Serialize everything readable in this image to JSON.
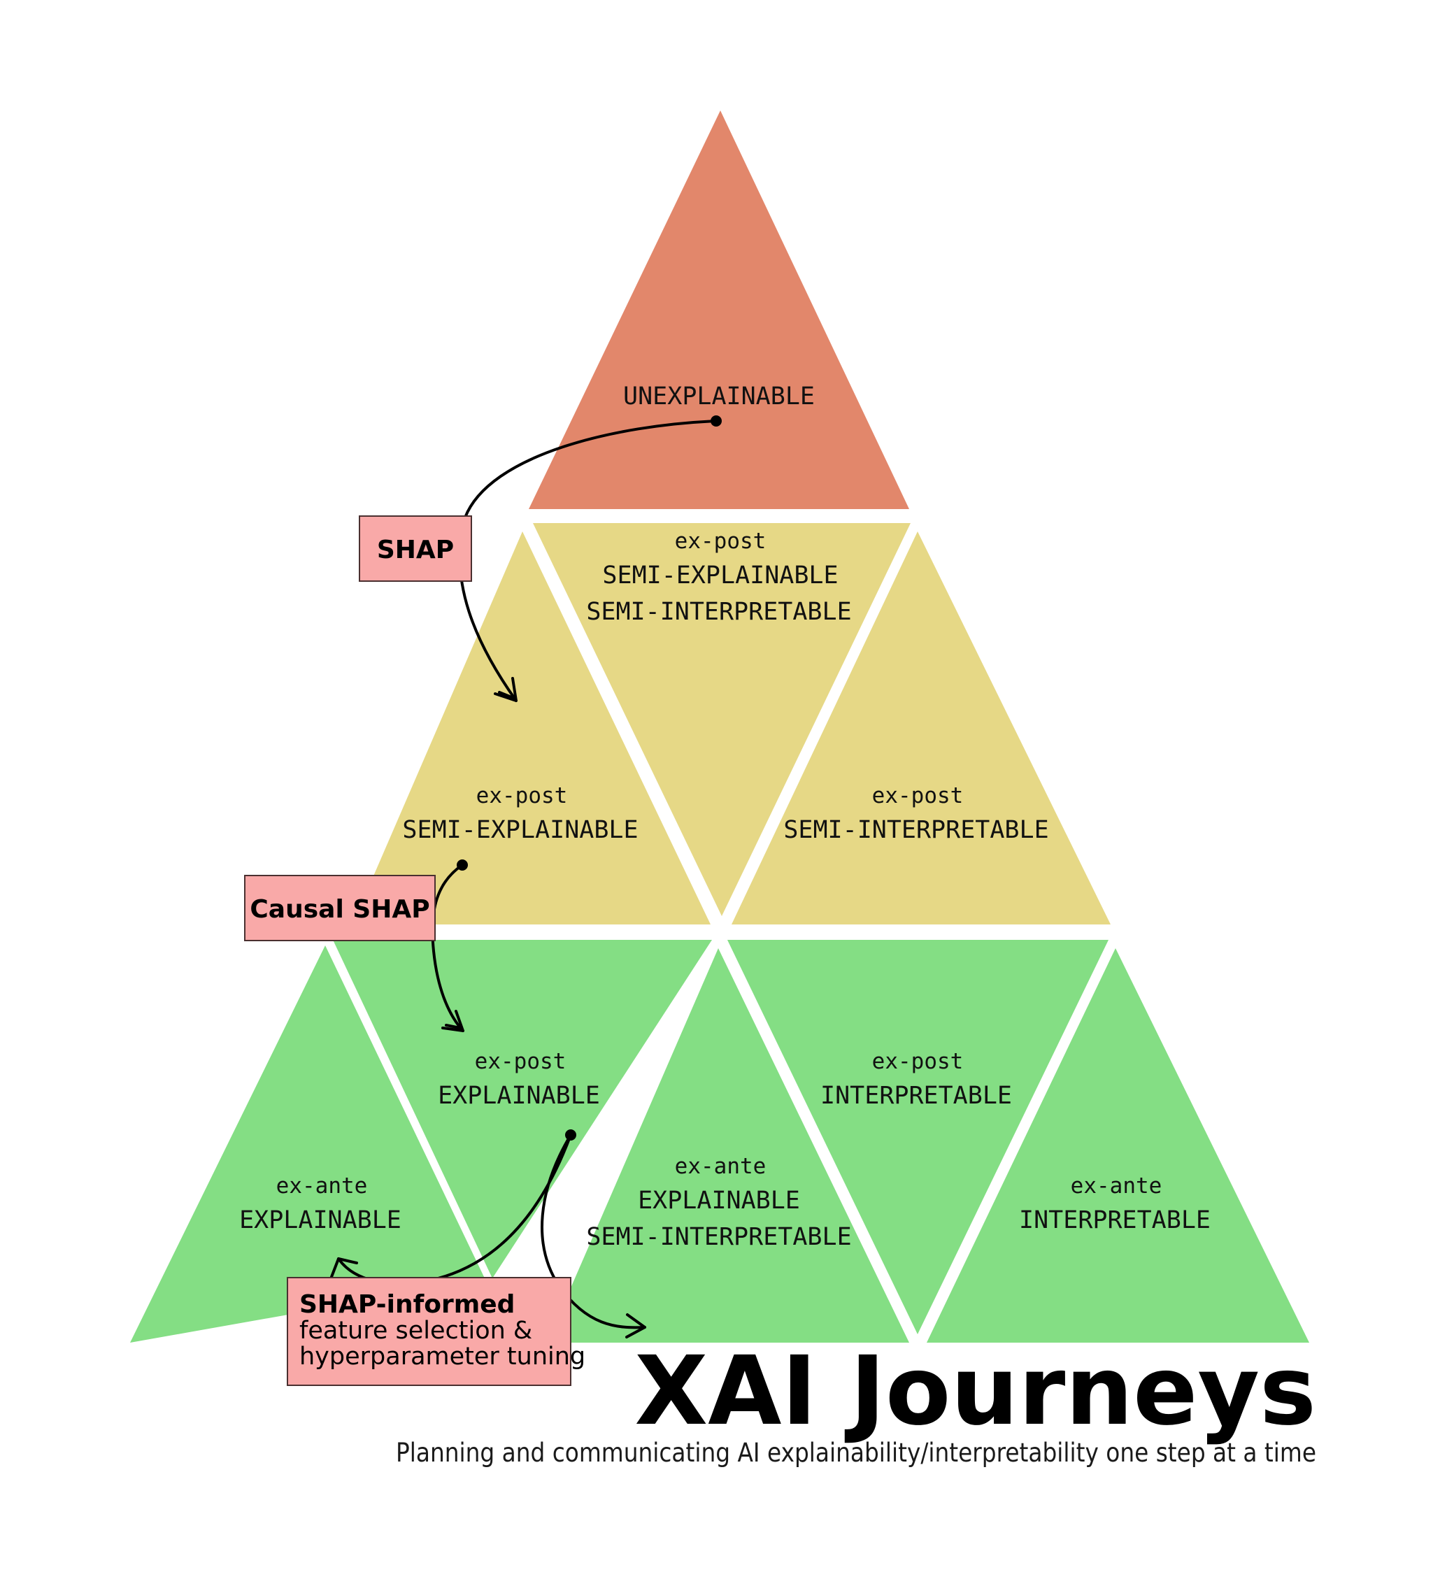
{
  "colors": {
    "red": "#E2876B",
    "yellow": "#E6D886",
    "green": "#84DE84",
    "box_fill": "#F9A9A8",
    "box_border": "#4A3030"
  },
  "triangles": {
    "unexplainable": {
      "line1": "UNEXPLAINABLE"
    },
    "expost_semi_both": {
      "line1": "ex-post",
      "line2": "SEMI-EXPLAINABLE",
      "line3": "SEMI-INTERPRETABLE"
    },
    "expost_semi_explainable": {
      "line1": "ex-post",
      "line2": "SEMI-EXPLAINABLE"
    },
    "expost_semi_interpretable": {
      "line1": "ex-post",
      "line2": "SEMI-INTERPRETABLE"
    },
    "exante_explainable": {
      "line1": "ex-ante",
      "line2": "EXPLAINABLE"
    },
    "expost_explainable": {
      "line1": "ex-post",
      "line2": "EXPLAINABLE"
    },
    "exante_explainable_semi_interpretable": {
      "line1": "ex-ante",
      "line2": "EXPLAINABLE",
      "line3": "SEMI-INTERPRETABLE"
    },
    "expost_interpretable": {
      "line1": "ex-post",
      "line2": "INTERPRETABLE"
    },
    "exante_interpretable": {
      "line1": "ex-ante",
      "line2": "INTERPRETABLE"
    }
  },
  "boxes": {
    "shap": {
      "label": "SHAP"
    },
    "causal_shap": {
      "label": "Causal SHAP"
    },
    "shap_informed": {
      "line1": "SHAP-informed",
      "line2": "feature selection &",
      "line3": "hyperparameter tuning"
    }
  },
  "title": "XAI Journeys",
  "subtitle": "Planning and communicating AI explainability/interpretability one step at a time"
}
